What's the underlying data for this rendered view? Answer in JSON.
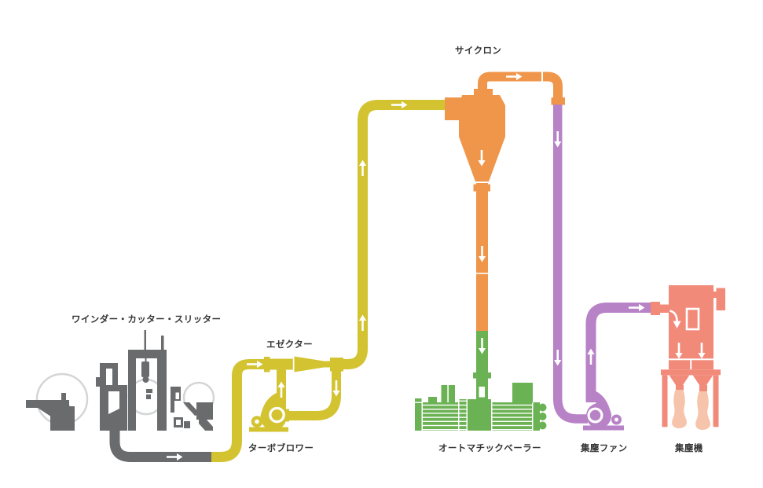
{
  "labels": {
    "cyclone": "サイクロン",
    "winder": "ワインダー・カッター・スリッター",
    "ejector": "エゼクター",
    "turbo_blower": "ターボブロワー",
    "baler": "オートマチックベーラー",
    "dust_fan": "集塵ファン",
    "dust_collector": "集塵機"
  },
  "colors": {
    "pipe_yellow": "#d3c331",
    "pipe_orange": "#f0964b",
    "pipe_green": "#6bb254",
    "pipe_purple": "#b782c6",
    "machine_gray": "#6a6b6d",
    "roll_light_gray": "#d4d5d6",
    "collector_salmon": "#f28a7a",
    "bag_peach": "#f6c3ab",
    "arrow_white": "#ffffff",
    "label_text": "#353535"
  }
}
